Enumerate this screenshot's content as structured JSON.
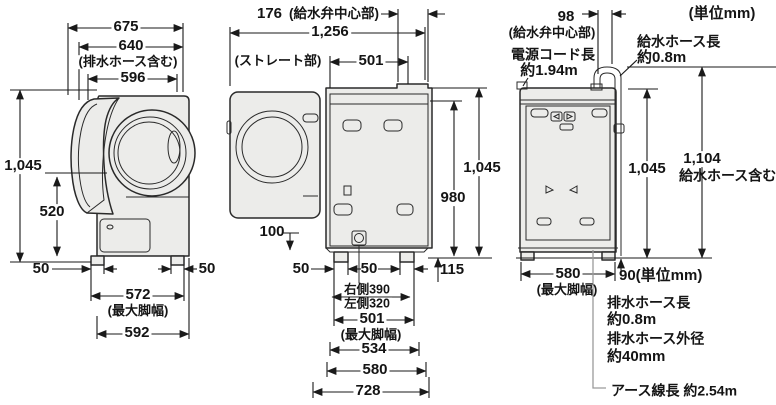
{
  "unit_note": "(単位mm)",
  "side": {
    "d675": "675",
    "d640": "640",
    "d640_note": "(排水ホース含む)",
    "d596": "596",
    "h1045": "1,045",
    "h520": "520",
    "foot_left": "50",
    "foot_right": "50",
    "w572": "572",
    "w572_note": "(最大脚幅)",
    "w592": "592"
  },
  "open": {
    "d176": "176",
    "d176_note": "(給水弁中心部)",
    "d1256": "1,256",
    "straight_note": "(ストレート部)",
    "d501": "501",
    "h980": "980",
    "h1045": "1,045",
    "h115": "115",
    "h100": "100",
    "foot_left": "50",
    "foot_right": "50",
    "drain_right": "右側390",
    "drain_left": "左側320",
    "w501": "501",
    "w501_note": "(最大脚幅)",
    "w534": "534",
    "w580": "580",
    "w728": "728"
  },
  "rear": {
    "d98": "98",
    "d98_note": "(給水弁中心部)",
    "power_cord_label": "電源コード長",
    "power_cord_value": "約1.94m",
    "supply_hose_label": "給水ホース長",
    "supply_hose_value": "約0.8m",
    "h1045": "1,045",
    "h1104": "1,104",
    "h1104_note": "給水ホース含む",
    "w580": "580",
    "w580_note": "(最大脚幅)",
    "h90": "90(単位mm)",
    "drain_hose_label": "排水ホース長",
    "drain_hose_value": "約0.8m",
    "drain_dia_label": "排水ホース外径",
    "drain_dia_value": "約40mm",
    "earth_label": "アース線長  約2.54m"
  }
}
